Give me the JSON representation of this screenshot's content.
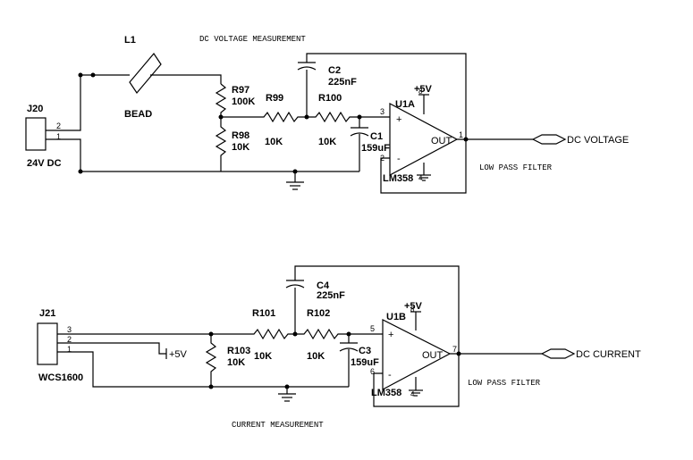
{
  "top": {
    "section_title": "DC VOLTAGE  MEASUREMENT",
    "connector": {
      "ref": "J20",
      "value": "24V DC",
      "pin_top": "2",
      "pin_bottom": "1"
    },
    "inductor": {
      "ref": "L1",
      "value": "BEAD"
    },
    "r_top": {
      "ref": "R97",
      "value": "100K"
    },
    "r_bot": {
      "ref": "R98",
      "value": "10K"
    },
    "r_in1": {
      "ref": "R99",
      "value": "10K"
    },
    "r_in2": {
      "ref": "R100",
      "value": "10K"
    },
    "c_fb": {
      "ref": "C2",
      "value": "225nF"
    },
    "c_gnd": {
      "ref": "C1",
      "value": "159uF"
    },
    "opamp": {
      "ref": "U1A",
      "part": "LM358",
      "out": "OUT",
      "plus": "+",
      "minus": "-",
      "pin_in_plus": "3",
      "pin_in_minus": "2",
      "pin_out": "1",
      "pin_vcc": "8",
      "pin_gnd": "4"
    },
    "supply": "+5V",
    "net": "DC VOLTAGE",
    "filter_label": "LOW PASS FILTER"
  },
  "bottom": {
    "section_title": "CURRENT MEASUREMENT",
    "connector": {
      "ref": "J21",
      "value": "WCS1600",
      "pin_1": "3",
      "pin_2": "2",
      "pin_3": "1"
    },
    "supply_in": "+5V",
    "r_div": {
      "ref": "R103",
      "value": "10K"
    },
    "r_in1": {
      "ref": "R101",
      "value": "10K"
    },
    "r_in2": {
      "ref": "R102",
      "value": "10K"
    },
    "c_fb": {
      "ref": "C4",
      "value": "225nF"
    },
    "c_gnd": {
      "ref": "C3",
      "value": "159uF"
    },
    "opamp": {
      "ref": "U1B",
      "part": "LM358",
      "out": "OUT",
      "plus": "+",
      "minus": "-",
      "pin_in_plus": "5",
      "pin_in_minus": "6",
      "pin_out": "7",
      "pin_vcc": "8",
      "pin_gnd": "4"
    },
    "supply": "+5V",
    "net": "DC CURRENT",
    "filter_label": "LOW PASS FILTER"
  }
}
